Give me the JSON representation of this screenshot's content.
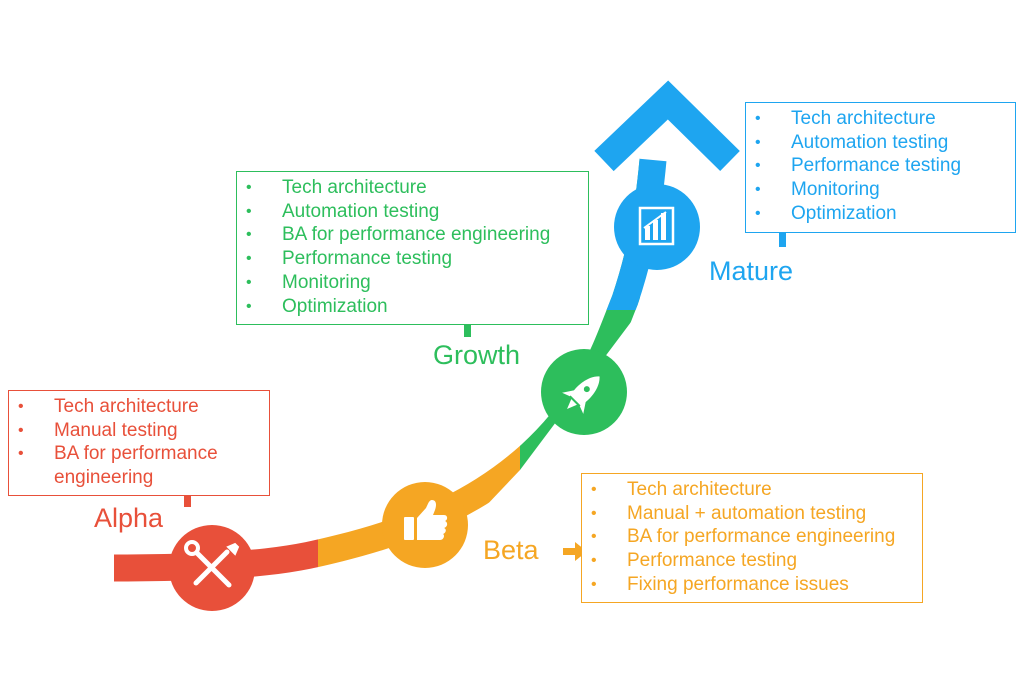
{
  "colors": {
    "alpha": "#e8503a",
    "beta": "#f5a623",
    "growth": "#2dbe5c",
    "mature": "#1ea5f0"
  },
  "stages": {
    "alpha": {
      "label": "Alpha",
      "icon": "wrench-screwdriver-icon",
      "items": [
        "Tech architecture",
        "Manual testing",
        "BA for performance engineering"
      ]
    },
    "beta": {
      "label": "Beta",
      "icon": "thumbs-up-icon",
      "items": [
        "Tech architecture",
        "Manual + automation testing",
        "BA for performance engineering",
        "Performance testing",
        "Fixing performance issues"
      ]
    },
    "growth": {
      "label": "Growth",
      "icon": "rocket-icon",
      "items": [
        "Tech architecture",
        "Automation testing",
        "BA for performance engineering",
        "Performance testing",
        "Monitoring",
        "Optimization"
      ]
    },
    "mature": {
      "label": "Mature",
      "icon": "bar-chart-icon",
      "items": [
        "Tech architecture",
        "Automation testing",
        "Performance testing",
        "Monitoring",
        "Optimization"
      ]
    }
  }
}
